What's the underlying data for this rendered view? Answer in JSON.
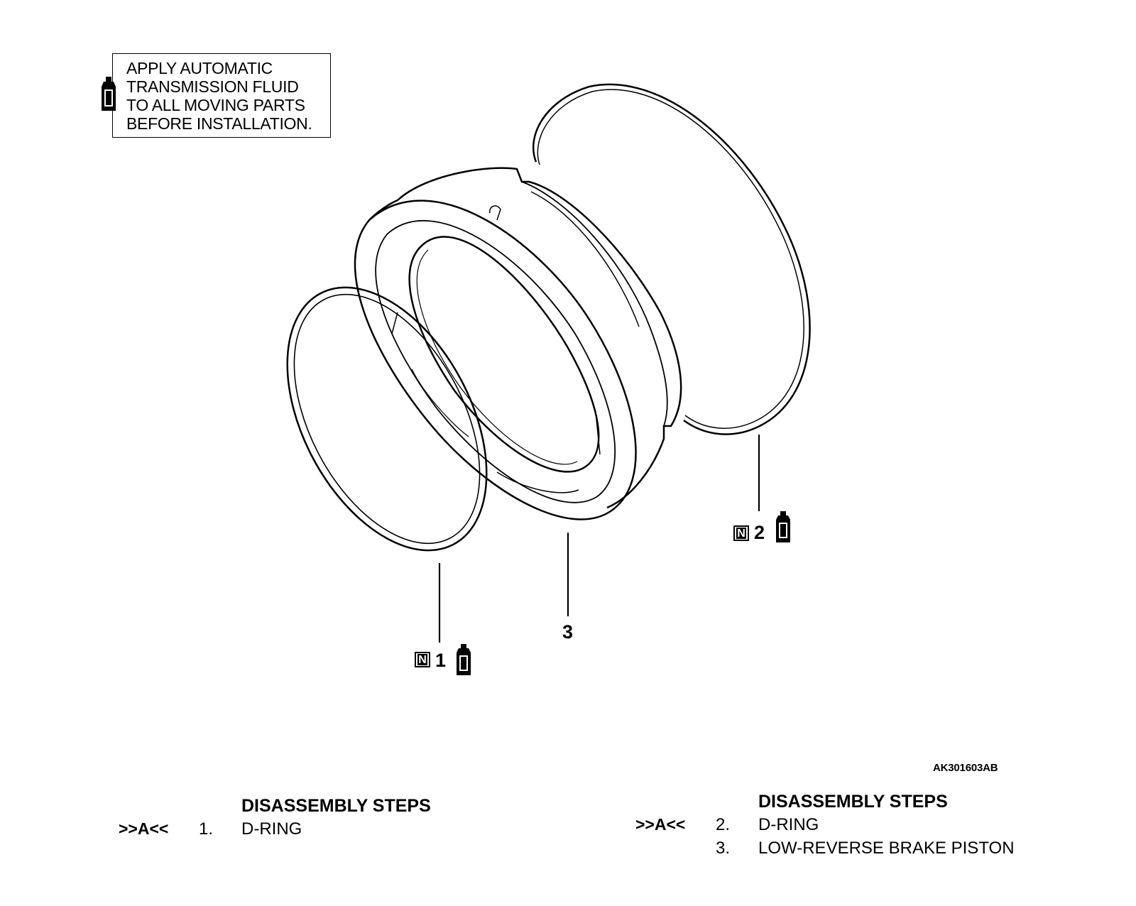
{
  "note": {
    "lines": [
      "APPLY AUTOMATIC",
      "TRANSMISSION FLUID",
      "TO ALL MOVING PARTS",
      "BEFORE INSTALLATION."
    ],
    "icon": "fluid-bottle-icon"
  },
  "callouts": {
    "part1": {
      "number": "1",
      "new_part_mark": "N",
      "icon": "fluid-bottle-icon"
    },
    "part2": {
      "number": "2",
      "new_part_mark": "N",
      "icon": "fluid-bottle-icon"
    },
    "part3": {
      "number": "3"
    }
  },
  "figure_id": "AK301603AB",
  "steps_left": {
    "heading": "DISASSEMBLY STEPS",
    "items": [
      {
        "ref": ">>A<<",
        "num": "1.",
        "label": "D-RING"
      }
    ]
  },
  "steps_right": {
    "heading": "DISASSEMBLY STEPS",
    "items": [
      {
        "ref": ">>A<<",
        "num": "2.",
        "label": "D-RING"
      },
      {
        "ref": "",
        "num": "3.",
        "label": "LOW-REVERSE BRAKE PISTON"
      }
    ]
  }
}
